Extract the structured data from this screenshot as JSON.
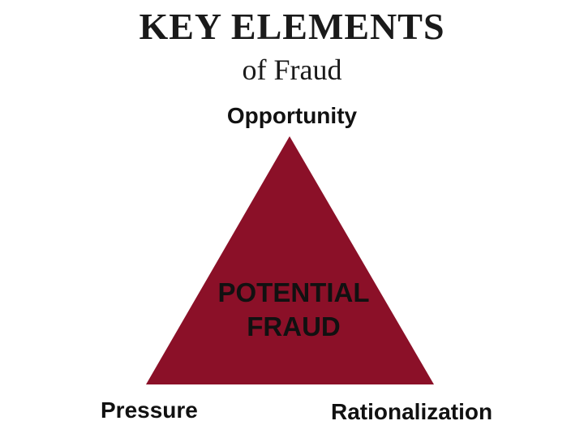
{
  "title": {
    "main": "KEY ELEMENTS",
    "sub": "of Fraud"
  },
  "diagram": {
    "vertices": {
      "top": "Opportunity",
      "bottom_left": "Pressure",
      "bottom_right": "Rationalization"
    },
    "center": {
      "line1": "POTENTIAL",
      "line2": "FRAUD"
    },
    "triangle_color": "#8b1028"
  }
}
